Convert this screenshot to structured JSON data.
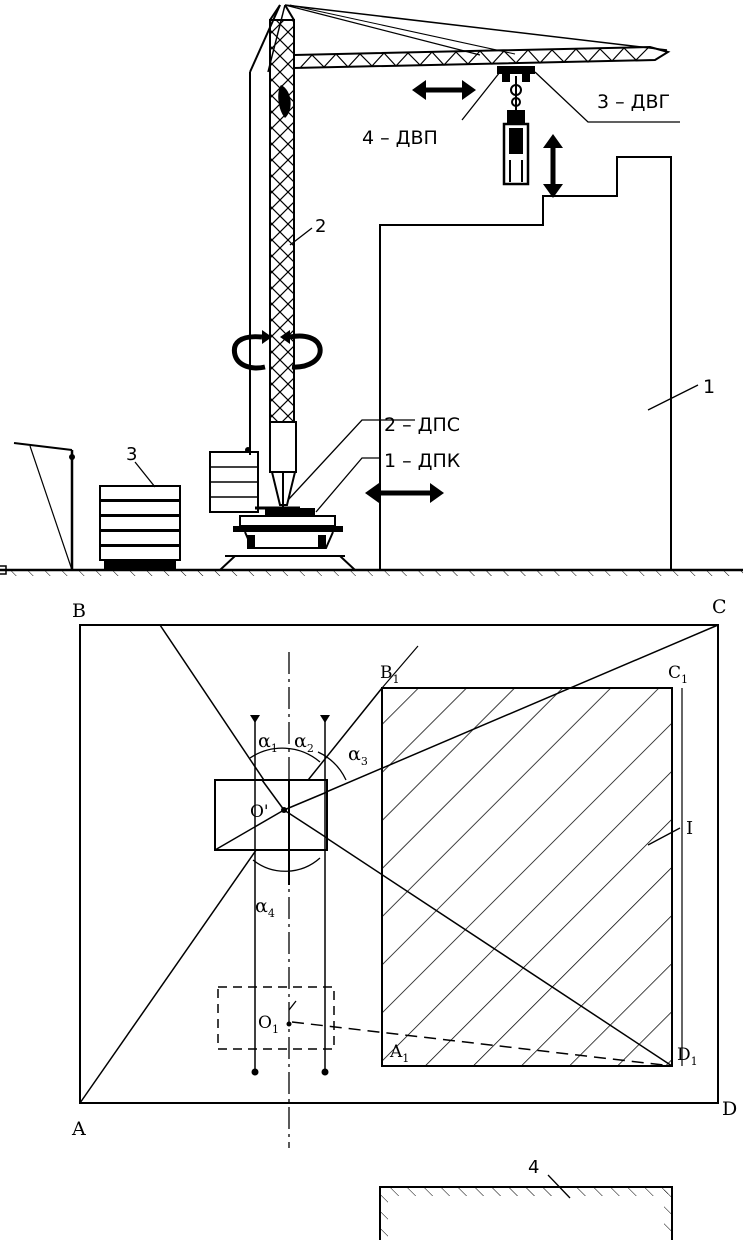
{
  "crane_labels": {
    "lifting_drive": "3 – ДВГ",
    "trolley_drive": "4 – ДВП",
    "slewing_drive": "2 – ДПС",
    "travel_drive": "1 – ДПК",
    "tower_number": "2",
    "building_number": "1",
    "stack_number": "3"
  },
  "plan_labels": {
    "corner_a": "A",
    "corner_b": "B",
    "corner_c": "C",
    "corner_d": "D",
    "corner_a1_letter": "A",
    "corner_a1_sub": "1",
    "corner_b1_letter": "B",
    "corner_b1_sub": "1",
    "corner_c1_letter": "C",
    "corner_c1_sub": "1",
    "corner_d1_letter": "D",
    "corner_d1_sub": "1",
    "center_o_prime": "O'",
    "center_o1_letter": "O",
    "center_o1_sub": "1",
    "alpha1_letter": "α",
    "alpha1_sub": "1",
    "alpha2_letter": "α",
    "alpha2_sub": "2",
    "alpha3_letter": "α",
    "alpha3_sub": "3",
    "alpha4_letter": "α",
    "alpha4_sub": "4",
    "hatched_zone": "I",
    "bottom_structure": "4"
  }
}
